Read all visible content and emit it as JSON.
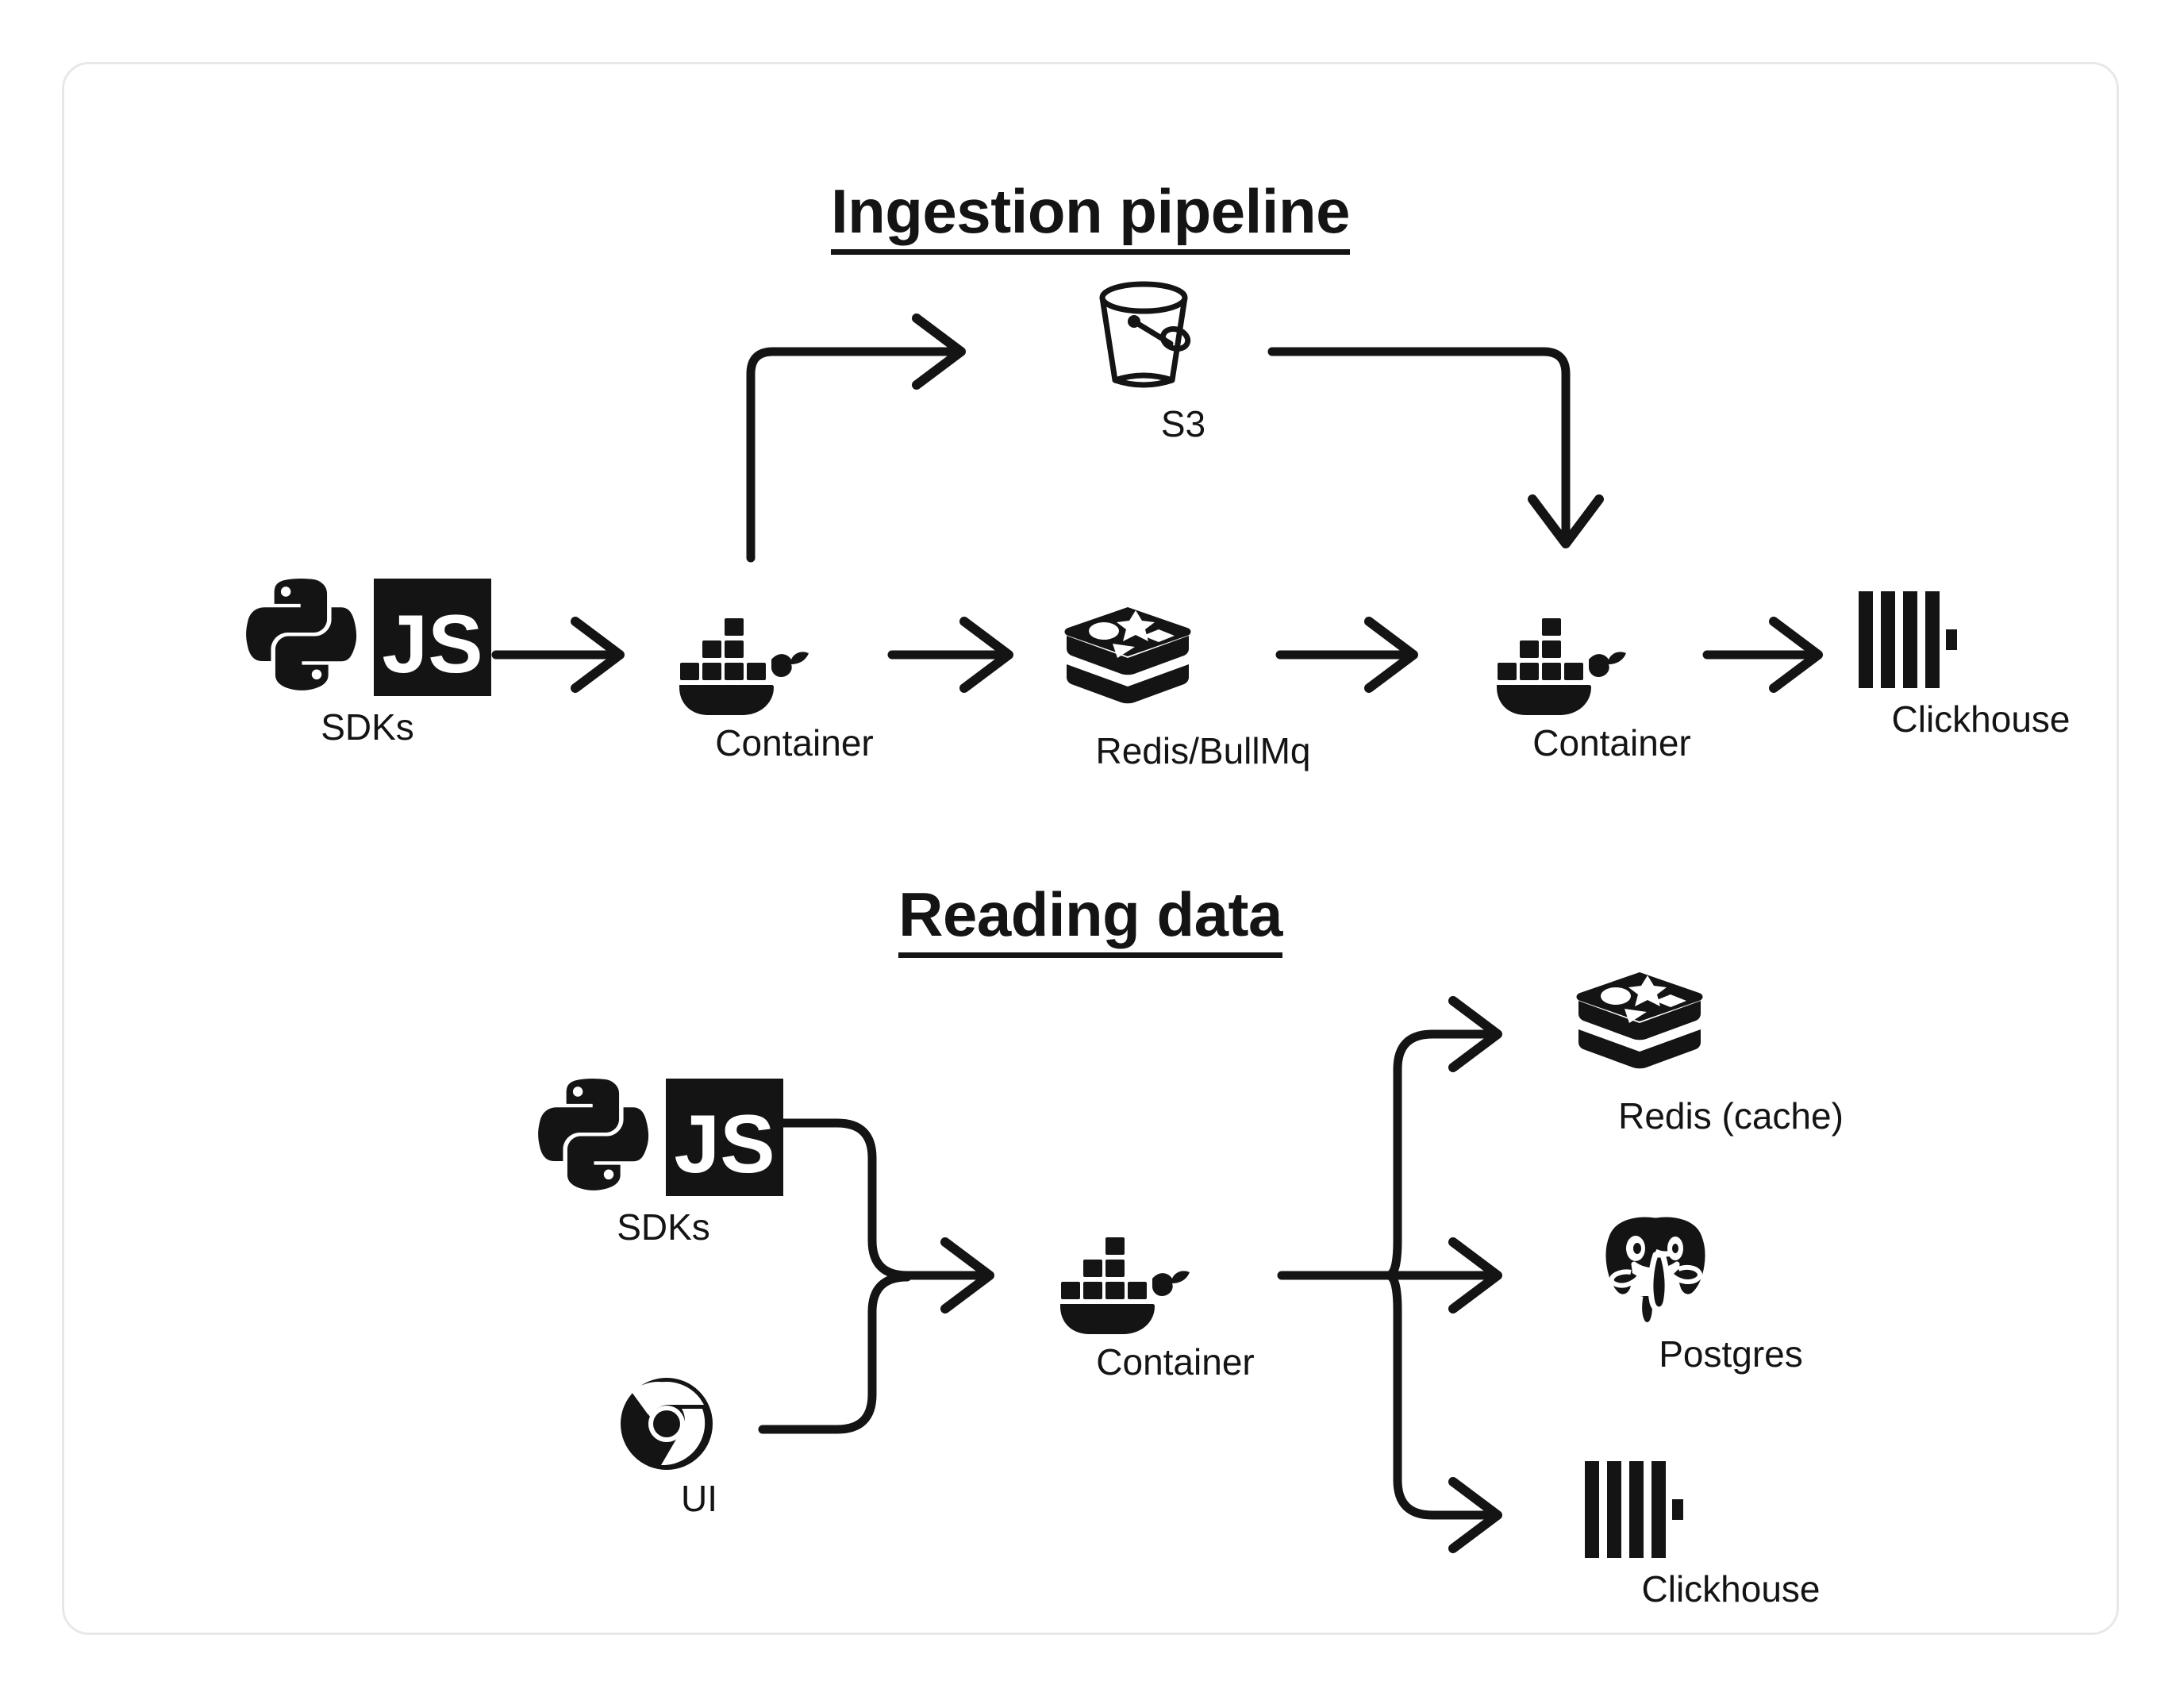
{
  "card": {
    "border_color": "#e8e8e8",
    "background": "#ffffff",
    "ink_color": "#141414"
  },
  "sections": [
    {
      "id": "ingestion",
      "title": "Ingestion pipeline",
      "nodes": [
        {
          "id": "sdks-1",
          "label": "SDKs",
          "icon": "python-js-sdk-icon"
        },
        {
          "id": "container-1",
          "label": "Container",
          "icon": "docker-icon"
        },
        {
          "id": "s3",
          "label": "S3",
          "icon": "s3-bucket-icon"
        },
        {
          "id": "redis-bullmq",
          "label": "Redis/BullMq",
          "icon": "redis-icon"
        },
        {
          "id": "container-2",
          "label": "Container",
          "icon": "docker-icon"
        },
        {
          "id": "clickhouse-1",
          "label": "Clickhouse",
          "icon": "clickhouse-icon"
        }
      ],
      "edges": [
        {
          "from": "sdks-1",
          "to": "container-1",
          "style": "straight-arrow"
        },
        {
          "from": "container-1",
          "to": "s3",
          "style": "elbow-up-right-arrow"
        },
        {
          "from": "container-1",
          "to": "redis-bullmq",
          "style": "straight-arrow"
        },
        {
          "from": "s3",
          "to": "container-2",
          "style": "elbow-right-down-arrow"
        },
        {
          "from": "redis-bullmq",
          "to": "container-2",
          "style": "straight-arrow"
        },
        {
          "from": "container-2",
          "to": "clickhouse-1",
          "style": "straight-arrow"
        }
      ]
    },
    {
      "id": "reading",
      "title": "Reading data",
      "nodes": [
        {
          "id": "sdks-2",
          "label": "SDKs",
          "icon": "python-js-sdk-icon"
        },
        {
          "id": "ui",
          "label": "UI",
          "icon": "chrome-icon"
        },
        {
          "id": "container-3",
          "label": "Container",
          "icon": "docker-icon"
        },
        {
          "id": "redis-cache",
          "label": "Redis (cache)",
          "icon": "redis-icon"
        },
        {
          "id": "postgres",
          "label": "Postgres",
          "icon": "postgres-icon"
        },
        {
          "id": "clickhouse-2",
          "label": "Clickhouse",
          "icon": "clickhouse-icon"
        }
      ],
      "edges": [
        {
          "from": "sdks-2",
          "to": "container-3",
          "style": "merge-arrow"
        },
        {
          "from": "ui",
          "to": "container-3",
          "style": "merge-arrow"
        },
        {
          "from": "container-3",
          "to": "redis-cache",
          "style": "fan-out-up-arrow"
        },
        {
          "from": "container-3",
          "to": "postgres",
          "style": "fan-out-mid-arrow"
        },
        {
          "from": "container-3",
          "to": "clickhouse-2",
          "style": "fan-out-down-arrow"
        }
      ]
    }
  ],
  "icon_text": {
    "js_badge": "JS"
  }
}
